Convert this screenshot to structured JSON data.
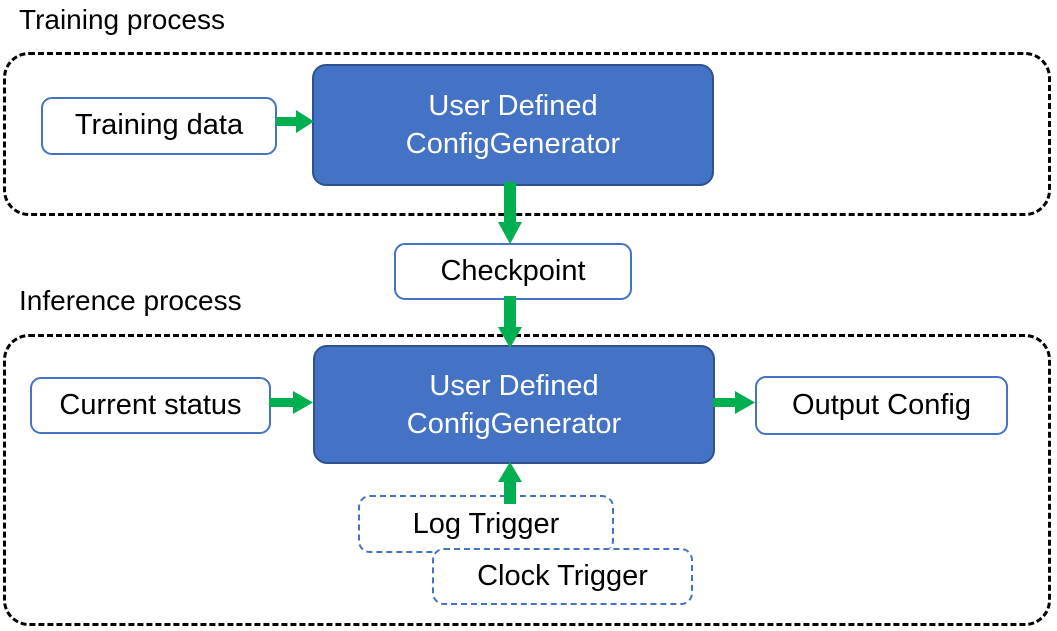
{
  "diagram": {
    "title_training": "Training process",
    "title_inference": "Inference process",
    "colors": {
      "process_fill": "#4472C4",
      "process_stroke": "#2F528F",
      "node_stroke": "#4472C4",
      "arrow": "#00AF50",
      "group_stroke": "#000000",
      "process_text": "#FFFFFF",
      "node_text": "#000000"
    },
    "training": {
      "group_label": "Training process",
      "input_node": "Training data",
      "process_node_line1": "User Defined",
      "process_node_line2": "ConfigGenerator"
    },
    "checkpoint": {
      "label": "Checkpoint"
    },
    "inference": {
      "group_label": "Inference process",
      "input_node": "Current status",
      "process_node_line1": "User Defined",
      "process_node_line2": "ConfigGenerator",
      "output_node": "Output Config",
      "triggers": [
        {
          "label": "Log Trigger"
        },
        {
          "label": "Clock Trigger"
        }
      ]
    },
    "arrows": [
      {
        "name": "training-data-to-generator",
        "from": "Training data",
        "to": "User Defined ConfigGenerator",
        "direction": "right"
      },
      {
        "name": "generator-to-checkpoint",
        "from": "User Defined ConfigGenerator",
        "to": "Checkpoint",
        "direction": "down"
      },
      {
        "name": "checkpoint-to-generator",
        "from": "Checkpoint",
        "to": "User Defined ConfigGenerator",
        "direction": "down"
      },
      {
        "name": "current-status-to-generator",
        "from": "Current status",
        "to": "User Defined ConfigGenerator",
        "direction": "right"
      },
      {
        "name": "generator-to-output",
        "from": "User Defined ConfigGenerator",
        "to": "Output Config",
        "direction": "right"
      },
      {
        "name": "triggers-to-generator",
        "from": "Log Trigger / Clock Trigger",
        "to": "User Defined ConfigGenerator",
        "direction": "up"
      }
    ]
  }
}
